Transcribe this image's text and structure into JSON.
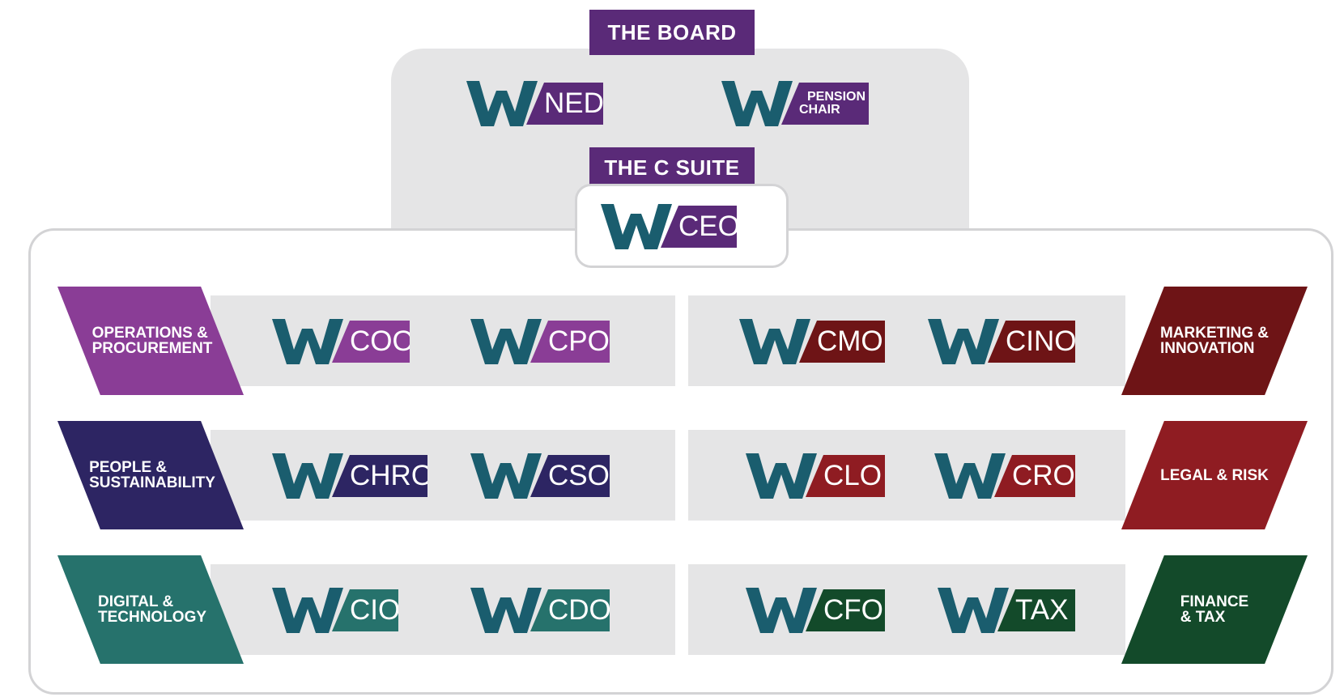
{
  "colors": {
    "w_teal": "#1a5d6e",
    "board_purple": "#5a2a78",
    "ops_purple": "#8a3d96",
    "people_indigo": "#2d2563",
    "digital_teal": "#26726c",
    "marketing_maroon": "#6e1416",
    "legal_red": "#8f1c22",
    "finance_green": "#134a2a"
  },
  "board": {
    "title": "THE BOARD",
    "members": [
      {
        "code": "NED"
      },
      {
        "code_line1": "PENSION",
        "code_line2": "CHAIR"
      }
    ]
  },
  "c_suite": {
    "title": "THE C SUITE",
    "ceo": {
      "code": "CEO"
    }
  },
  "departments": {
    "left": [
      {
        "name": "OPERATIONS &\nPROCUREMENT",
        "roles": [
          "COO",
          "CPO"
        ]
      },
      {
        "name": "PEOPLE &\nSUSTAINABILITY",
        "roles": [
          "CHRO",
          "CSO"
        ]
      },
      {
        "name": "DIGITAL &\nTECHNOLOGY",
        "roles": [
          "CIO",
          "CDO"
        ]
      }
    ],
    "right": [
      {
        "name": "MARKETING &\nINNOVATION",
        "roles": [
          "CMO",
          "CINO"
        ]
      },
      {
        "name": "LEGAL & RISK",
        "roles": [
          "CLO",
          "CRO"
        ]
      },
      {
        "name": "FINANCE\n& TAX",
        "roles": [
          "CFO",
          "TAX"
        ]
      }
    ]
  }
}
